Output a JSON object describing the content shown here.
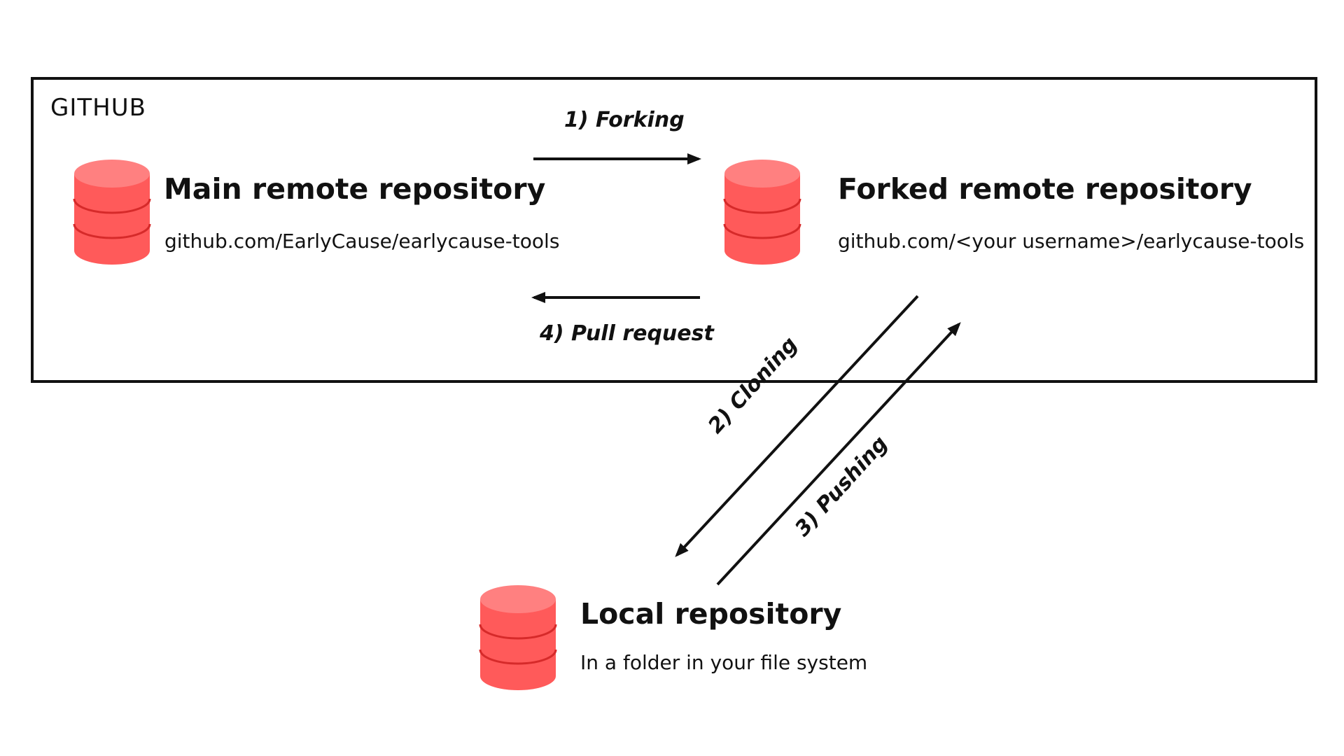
{
  "github": {
    "label": "GITHUB"
  },
  "colors": {
    "db_top": "#ff8080",
    "db_body": "#ff5a5a",
    "db_band": "#d62a2a",
    "stroke": "#111111"
  },
  "repos": {
    "main": {
      "title": "Main remote repository",
      "url": "github.com/EarlyCause/earlycause-tools",
      "icon": "database-icon"
    },
    "forked": {
      "title": "Forked remote repository",
      "url": "github.com/<your username>/earlycause-tools",
      "icon": "database-icon"
    },
    "local": {
      "title": "Local repository",
      "subtitle": "In a folder in your file system",
      "icon": "database-icon"
    }
  },
  "steps": {
    "forking": "1) Forking",
    "cloning": "2) Cloning",
    "pushing": "3) Pushing",
    "pull_request": "4) Pull request"
  }
}
